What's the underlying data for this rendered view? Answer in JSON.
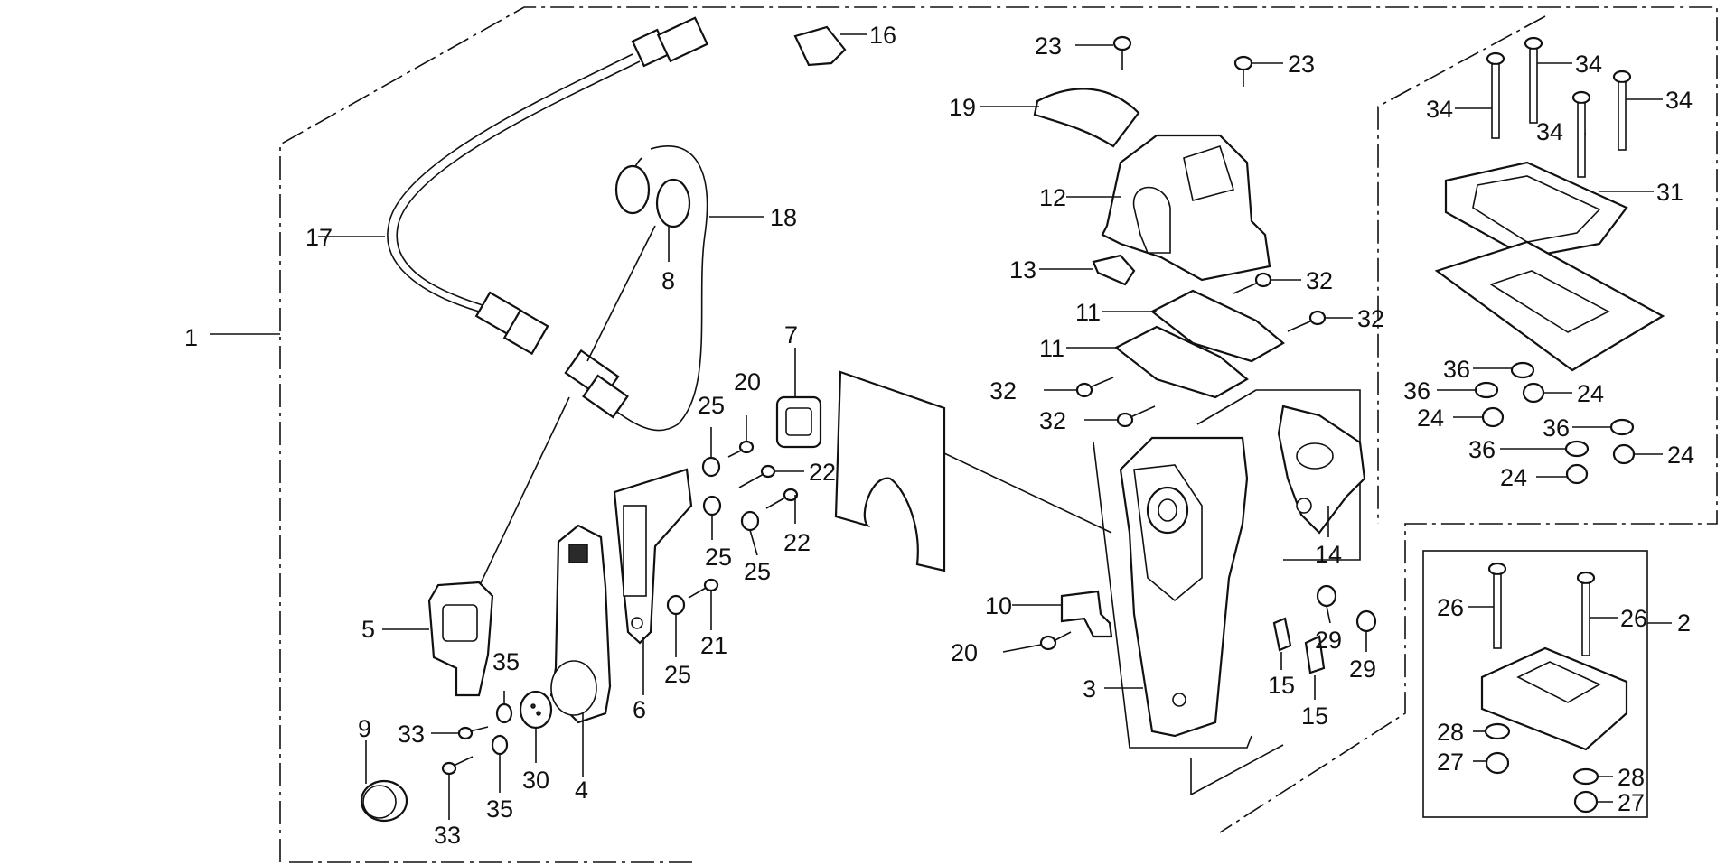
{
  "callouts": {
    "c1": "1",
    "c2": "2",
    "c3": "3",
    "c4": "4",
    "c5": "5",
    "c6": "6",
    "c7": "7",
    "c8": "8",
    "c9": "9",
    "c10": "10",
    "c11a": "11",
    "c11b": "11",
    "c12": "12",
    "c13": "13",
    "c14": "14",
    "c15a": "15",
    "c15b": "15",
    "c16": "16",
    "c17": "17",
    "c18": "18",
    "c19": "19",
    "c20a": "20",
    "c20b": "20",
    "c21": "21",
    "c22a": "22",
    "c22b": "22",
    "c23a": "23",
    "c23b": "23",
    "c24a": "24",
    "c24b": "24",
    "c24c": "24",
    "c24d": "24",
    "c25a": "25",
    "c25b": "25",
    "c25c": "25",
    "c25d": "25",
    "c26a": "26",
    "c26b": "26",
    "c27a": "27",
    "c27b": "27",
    "c28a": "28",
    "c28b": "28",
    "c29a": "29",
    "c29b": "29",
    "c30": "30",
    "c31": "31",
    "c32a": "32",
    "c32b": "32",
    "c32c": "32",
    "c32d": "32",
    "c33a": "33",
    "c33b": "33",
    "c34a": "34",
    "c34b": "34",
    "c34c": "34",
    "c34d": "34",
    "c35a": "35",
    "c35b": "35",
    "c36a": "36",
    "c36b": "36",
    "c36c": "36",
    "c36d": "36"
  }
}
